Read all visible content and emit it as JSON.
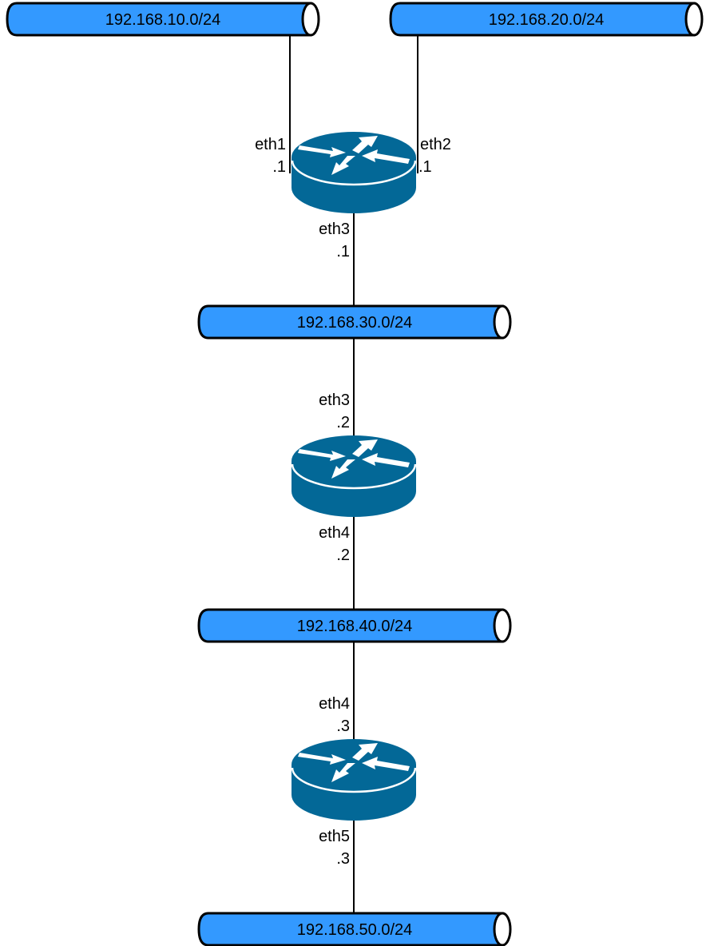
{
  "colors": {
    "network_fill": "#3399FF",
    "router_fill": "#036897",
    "link": "#000000"
  },
  "networks": [
    {
      "label": "192.168.10.0/24"
    },
    {
      "label": "192.168.20.0/24"
    },
    {
      "label": "192.168.30.0/24"
    },
    {
      "label": "192.168.40.0/24"
    },
    {
      "label": "192.168.50.0/24"
    }
  ],
  "routers": [
    {
      "interfaces": [
        {
          "name": "eth1",
          "addr": ".1"
        },
        {
          "name": "eth2",
          "addr": ".1"
        },
        {
          "name": "eth3",
          "addr": ".1"
        }
      ]
    },
    {
      "interfaces": [
        {
          "name": "eth3",
          "addr": ".2"
        },
        {
          "name": "eth4",
          "addr": ".2"
        }
      ]
    },
    {
      "interfaces": [
        {
          "name": "eth4",
          "addr": ".3"
        },
        {
          "name": "eth5",
          "addr": ".3"
        }
      ]
    }
  ]
}
